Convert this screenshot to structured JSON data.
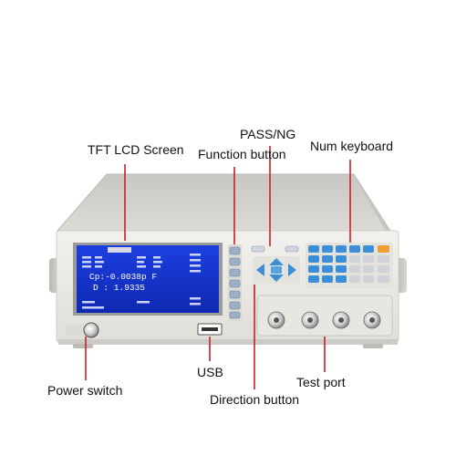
{
  "callouts": {
    "tft_lcd": "TFT LCD Screen",
    "function_button": "Function button",
    "pass_ng": "PASS/NG",
    "num_keyboard": "Num keyboard",
    "power_switch": "Power switch",
    "usb": "USB",
    "test_port": "Test port",
    "direction_button": "Direction button"
  },
  "screen": {
    "readout_cp": "Cp:-0.0038p F",
    "readout_d": "D : 1.9335"
  },
  "colors": {
    "leader_line": "#c81e28",
    "screen_blue": "#1432c8",
    "keypad_blue": "#3c8fd6",
    "keypad_orange": "#f0a030",
    "chassis": "#d6d4cf",
    "front_panel": "#ecebe6"
  }
}
